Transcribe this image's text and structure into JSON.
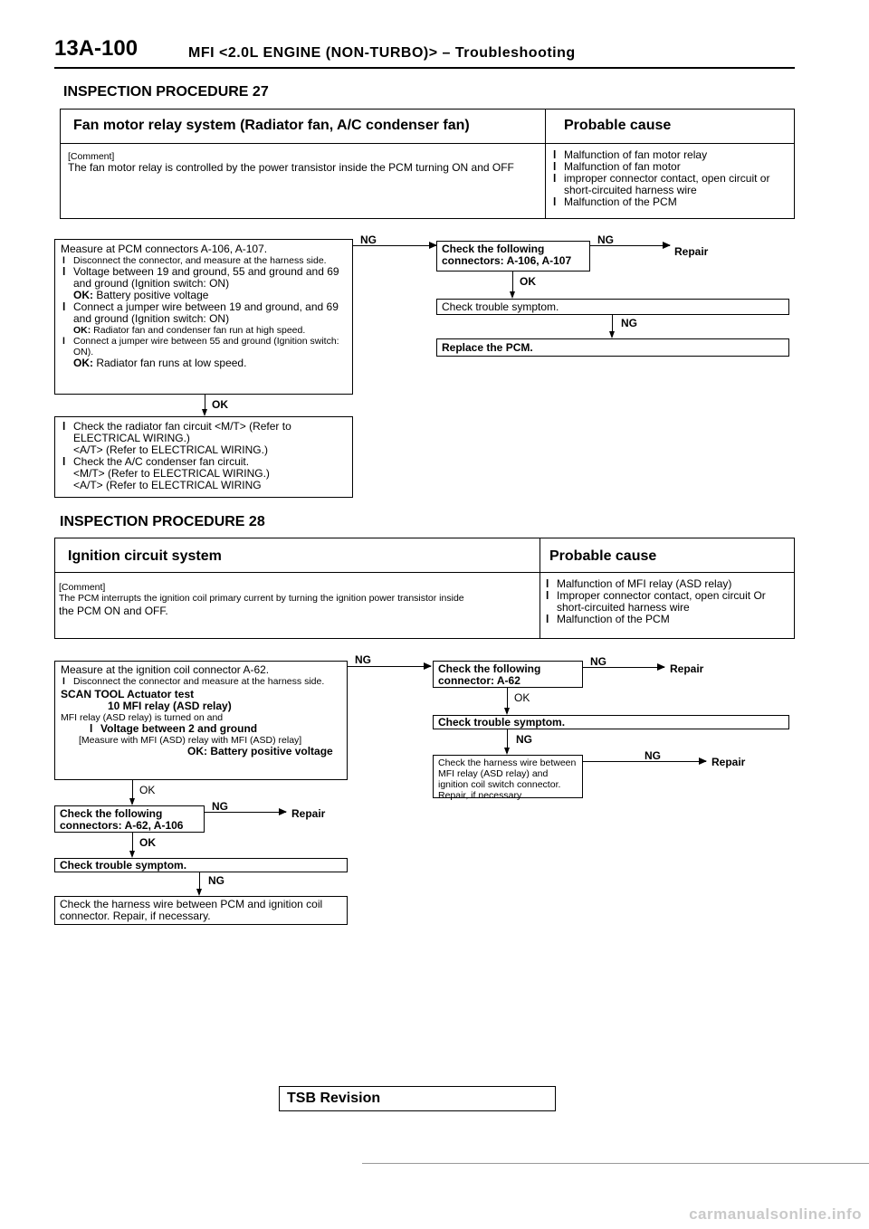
{
  "header": {
    "page_number": "13A-100",
    "title": "MFI <2.0L ENGINE (NON-TURBO)> – Troubleshooting"
  },
  "proc27": {
    "heading": "INSPECTION PROCEDURE 27",
    "system_title": "Fan motor relay system (Radiator fan, A/C condenser fan)",
    "probable_cause_title": "Probable cause",
    "comment_label": "[Comment]",
    "comment_text": "The fan motor relay is controlled by the power transistor inside the PCM turning ON and OFF",
    "causes": [
      "Malfunction of fan motor relay",
      "Malfunction of fan motor",
      "improper connector contact, open circuit or short-circuited harness wire",
      "Malfunction of the PCM"
    ],
    "measure": {
      "title": "Measure at PCM connectors A-106, A-107.",
      "steps": [
        "Disconnect the connector, and measure at the harness side.",
        "Voltage between 19 and ground, 55 and ground and 69 and ground (Ignition switch: ON)",
        "Connect a jumper wire between 19 and ground, and 69 and ground (Ignition switch: ON)",
        "Connect a jumper wire between 55 and ground (Ignition switch: ON)."
      ],
      "ok1_label": "OK:",
      "ok1_text": "Battery positive voltage",
      "ok2_label": "OK:",
      "ok2_text": "Radiator fan and condenser fan run at high speed.",
      "ok3_label": "OK:",
      "ok3_text": "Radiator fan runs at low speed."
    },
    "check_connectors": "Check the following connectors: A-106, A-107",
    "repair": "Repair",
    "check_trouble": "Check trouble symptom.",
    "replace_pcm": "Replace the PCM.",
    "fan_circuit": {
      "line1": "Check the radiator fan circuit <M/T> (Refer to ELECTRICAL WIRING.)",
      "line2": "<A/T> (Refer to ELECTRICAL WIRING.)",
      "line3": "Check the A/C condenser fan circuit.",
      "line4": "<M/T> (Refer to ELECTRICAL WIRING.)",
      "line5": "<A/T> (Refer to ELECTRICAL WIRING"
    }
  },
  "proc28": {
    "heading": "INSPECTION PROCEDURE 28",
    "system_title": "Ignition circuit system",
    "probable_cause_title": "Probable cause",
    "comment_label": "[Comment]",
    "comment_text1": "The PCM interrupts the ignition coil primary current by turning the ignition power transistor inside",
    "comment_text2": "the PCM ON and OFF.",
    "causes": [
      "Malfunction of MFI relay (ASD relay)",
      "Improper connector contact, open circuit Or short-circuited harness wire",
      "Malfunction of the PCM"
    ],
    "measure": {
      "title": "Measure at the ignition coil connector A-62.",
      "step1": "Disconnect the connector and measure at the harness side.",
      "scan_title": "SCAN TOOL Actuator test",
      "scan_item": "10    MFI relay (ASD relay)",
      "scan_line": "MFI relay (ASD relay) is turned on and",
      "voltage": "Voltage between 2 and ground",
      "measure_with": "[Measure with MFI (ASD) relay with MFI (ASD) relay]",
      "ok_label": "OK:",
      "ok_text": "Battery positive voltage"
    },
    "check_connector_a62": "Check the following connector: A-62",
    "check_connectors_2": "Check the following connectors: A-62, A-106",
    "check_trouble": "Check trouble symptom.",
    "check_harness_relay": "Check the harness wire between MFI relay (ASD relay) and ignition coil switch connector. Repair, if necessary.",
    "check_harness_pcm": "Check the harness wire between PCM and ignition coil connector. Repair, if necessary.",
    "repair": "Repair"
  },
  "flow_labels": {
    "ng": "NG",
    "ok": "OK"
  },
  "footer": {
    "tsb": "TSB Revision"
  },
  "watermark": "carmanualsonline.info"
}
